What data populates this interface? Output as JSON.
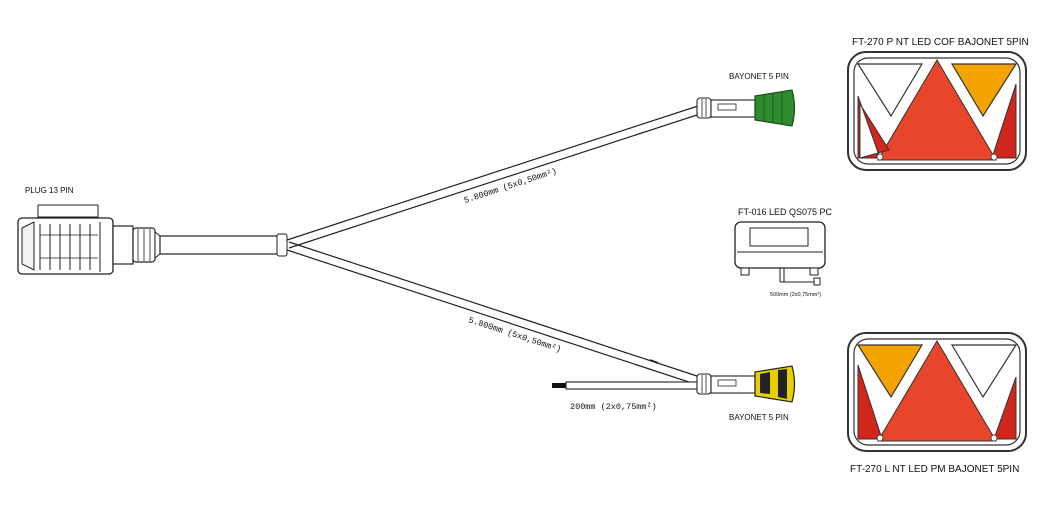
{
  "labels": {
    "plug": "PLUG 13 PIN",
    "bayonet_top": "BAYONET 5 PIN",
    "bayonet_bottom": "BAYONET 5 PIN",
    "lamp_top": "FT-270 P NT LED COF BAJONET 5PIN",
    "lamp_bottom": "FT-270 L NT LED PM BAJONET 5PIN",
    "plate_lamp": "FT-016 LED QS075 PC",
    "plate_cable": "500mm (2x0,75mm²)",
    "cable_top_length": "5.800mm (5x0,50mm²)",
    "cable_bottom_length": "5.800mm (5x0,50mm²)",
    "short_cable": "200mm (2x0,75mm²)"
  },
  "colors": {
    "top_connector": "#2e8b2e",
    "bottom_connector": "#e8d000",
    "lamp_red": "#e8452a",
    "lamp_amber": "#f5a300",
    "lamp_white": "#ffffff",
    "lamp_dark_red": "#d0261b"
  }
}
